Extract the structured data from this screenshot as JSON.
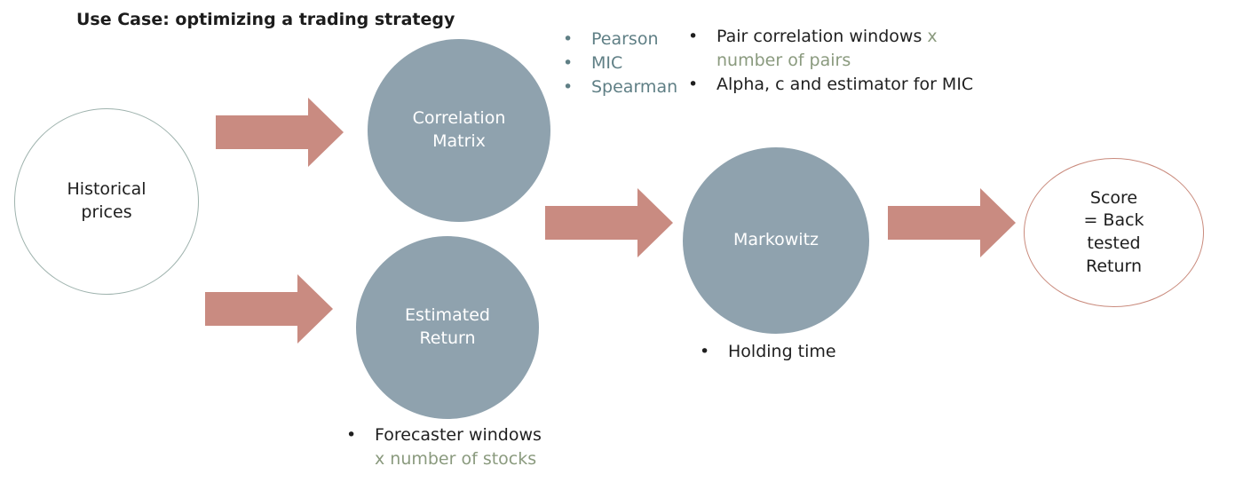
{
  "title": "Use Case: optimizing a trading strategy",
  "colors": {
    "node_fill": "#8fa2ae",
    "arrow_fill": "#c98b81",
    "historical_border": "#9fb3ae",
    "score_border": "#c98a7c"
  },
  "nodes": {
    "historical": [
      "Historical",
      "prices"
    ],
    "correlation": [
      "Correlation",
      "Matrix"
    ],
    "estimated": [
      "Estimated",
      "Return"
    ],
    "markowitz": [
      "Markowitz"
    ],
    "score": [
      "Score",
      "= Back",
      "tested",
      "Return"
    ]
  },
  "bullet_glyph": "•",
  "correlation_methods": [
    "Pearson",
    "MIC",
    "Spearman"
  ],
  "correlation_params": {
    "item1_main": "Pair correlation windows",
    "item1_x": "x",
    "item1_cont": "number of pairs",
    "item2": "Alpha, c and estimator for MIC"
  },
  "markowitz_params": [
    "Holding time"
  ],
  "estimated_params": {
    "item1_main": "Forecaster windows",
    "item1_cont": "x number of stocks"
  }
}
